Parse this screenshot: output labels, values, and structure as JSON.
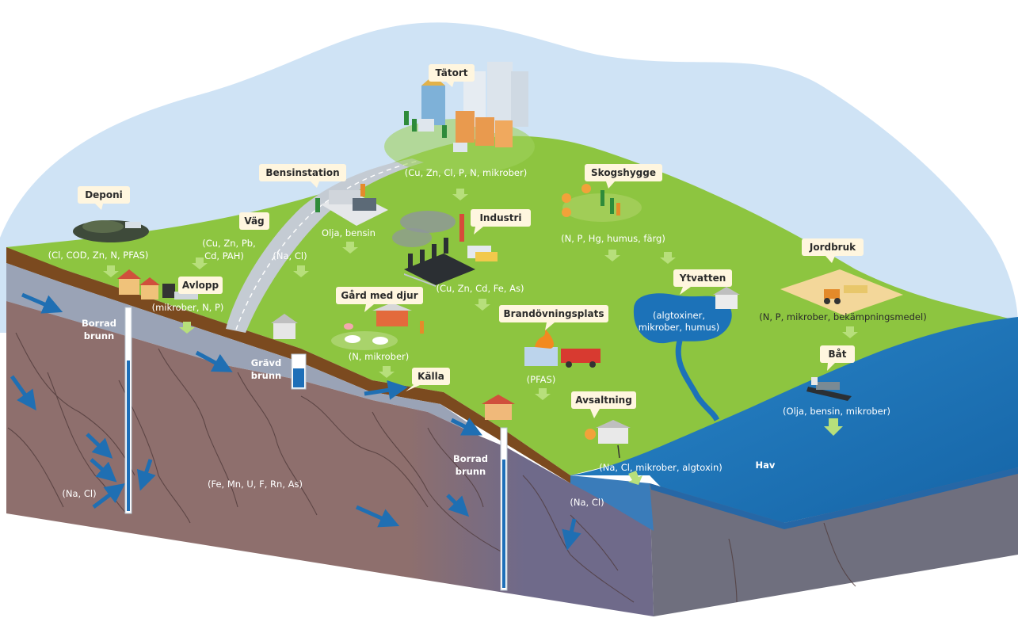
{
  "labels": {
    "tatort": "Tätort",
    "bensinstation": "Bensinstation",
    "deponi": "Deponi",
    "vag": "Väg",
    "avlopp": "Avlopp",
    "industri": "Industri",
    "skogshygge": "Skogshygge",
    "jordbruk": "Jordbruk",
    "ytvatten": "Ytvatten",
    "gard_med_djur": "Gård med djur",
    "brandovningsplats": "Brandövningsplats",
    "kalla": "Källa",
    "bat": "Båt",
    "avsaltning": "Avsaltning"
  },
  "captions": {
    "tatort": "(Cu, Zn, Cl, P, N, mikrober)",
    "bensinstation": "Olja, bensin",
    "deponi": "(Cl, COD, Zn, N, PFAS)",
    "vag_1": "(Cu, Zn, Pb,",
    "vag_2": "Cd, PAH)",
    "vag_3": "(Na, Cl)",
    "avlopp": "(mikrober, N, P)",
    "industri": "(Cu, Zn, Cd, Fe, As)",
    "skogshygge": "(N, P, Hg, humus, färg)",
    "jordbruk": "(N, P, mikrober, bekämpningsmedel)",
    "ytvatten_1": "(algtoxiner,",
    "ytvatten_2": "mikrober, humus)",
    "gard": "(N, mikrober)",
    "brand": "(PFAS)",
    "bat": "(Olja, bensin, mikrober)",
    "avsaltning": "(Na, Cl, mikrober, algtoxin)",
    "hav": "Hav",
    "borrad_brunn_1a": "Borrad",
    "borrad_brunn_1b": "brunn",
    "gravd_brunn_a": "Grävd",
    "gravd_brunn_b": "brunn",
    "borrad_brunn_2a": "Borrad",
    "borrad_brunn_2b": "brunn",
    "nacl_left": "(Na, Cl)",
    "bedrock": "(Fe, Mn, U, F, Rn, As)",
    "nacl_right": "(Na, Cl)"
  },
  "colors": {
    "sky": "#cfe3f5",
    "grass": "#8dc540",
    "soil": "#7b4a1f",
    "bedrock": "#8b6d6c",
    "groundwater": "#9aa3b6",
    "sea": "#1c72b8",
    "flow_arrow": "#1f6fb3"
  }
}
